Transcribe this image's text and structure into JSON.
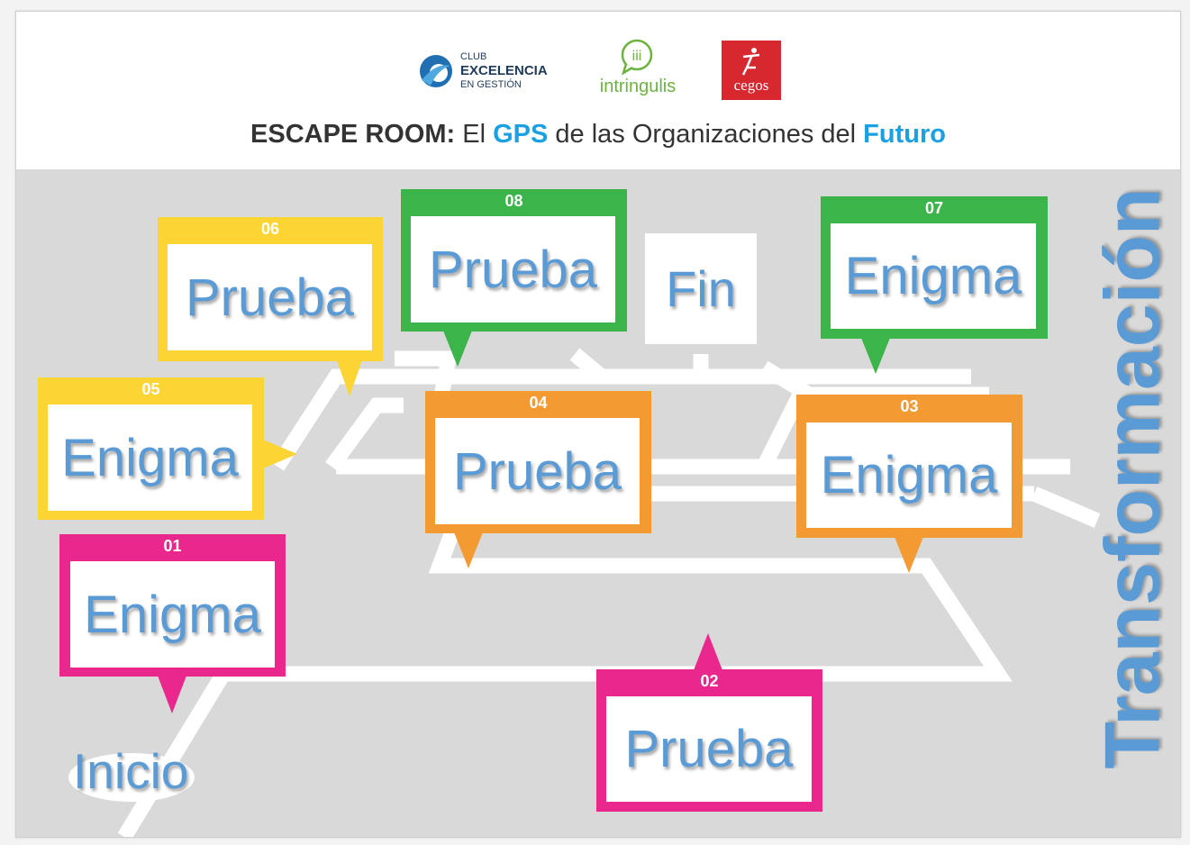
{
  "header": {
    "logos": {
      "club": {
        "line1": "CLUB",
        "line2": "EXCELENCIA",
        "line3": "EN GESTIÓN"
      },
      "intringulis": {
        "bubble": "iii",
        "word": "intringulis"
      },
      "cegos": {
        "word": "cegos"
      }
    },
    "title": {
      "prefix": "ESCAPE ROOM:",
      "part1": " El ",
      "gps": "GPS",
      "part2": " de las Organizaciones del ",
      "futuro": "Futuro"
    }
  },
  "steps": [
    {
      "number": "01",
      "label": "Enigma",
      "color": "#e9278d"
    },
    {
      "number": "02",
      "label": "Prueba",
      "color": "#e9278d"
    },
    {
      "number": "03",
      "label": "Enigma",
      "color": "#f49a32"
    },
    {
      "number": "04",
      "label": "Prueba",
      "color": "#f49a32"
    },
    {
      "number": "05",
      "label": "Enigma",
      "color": "#fcd534"
    },
    {
      "number": "06",
      "label": "Prueba",
      "color": "#fcd534"
    },
    {
      "number": "07",
      "label": "Enigma",
      "color": "#3bb44a"
    },
    {
      "number": "08",
      "label": "Prueba",
      "color": "#3bb44a"
    }
  ],
  "start_label": "Inicio",
  "end_label": "Fin",
  "side_label": "Transformación",
  "colors": {
    "text_blue": "#5b9bd5",
    "title_blue": "#1ba1e2",
    "board": "#d9d9d9"
  }
}
